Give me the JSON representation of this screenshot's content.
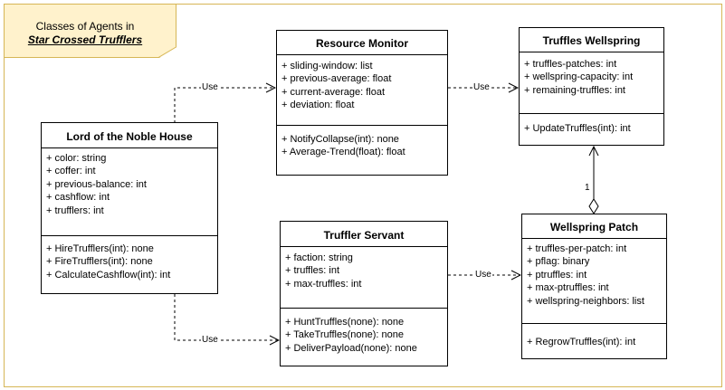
{
  "title": {
    "line1": "Classes of Agents in",
    "line2": "Star Crossed Trufflers"
  },
  "classes": {
    "lord": {
      "name": "Lord of the Noble House",
      "attributes": [
        "+ color: string",
        "+ coffer: int",
        "+ previous-balance: int",
        "+ cashflow: int",
        "+ trufflers: int"
      ],
      "methods": [
        "+ HireTrufflers(int): none",
        "+ FireTrufflers(int): none",
        "+ CalculateCashflow(int): int"
      ]
    },
    "monitor": {
      "name": "Resource Monitor",
      "attributes": [
        "+ sliding-window: list",
        "+ previous-average: float",
        "+ current-average: float",
        "+ deviation: float"
      ],
      "methods": [
        "+ NotifyCollapse(int): none",
        "+ Average-Trend(float): float"
      ]
    },
    "wellspring": {
      "name": "Truffles Wellspring",
      "attributes": [
        "+ truffles-patches: int",
        "+ wellspring-capacity: int",
        "+ remaining-truffles: int"
      ],
      "methods": [
        "+ UpdateTruffles(int): int"
      ]
    },
    "servant": {
      "name": "Truffler Servant",
      "attributes": [
        "+ faction: string",
        "+ truffles: int",
        "+ max-truffles: int"
      ],
      "methods": [
        "+ HuntTruffles(none): none",
        "+ TakeTruffles(none): none",
        "+ DeliverPayload(none): none"
      ]
    },
    "patch": {
      "name": "Wellspring Patch",
      "attributes": [
        "+ truffles-per-patch: int",
        "+ pflag: binary",
        "+ ptruffles: int",
        "+ max-ptruffles: int",
        "+ wellspring-neighbors: list"
      ],
      "methods": [
        "+ RegrowTruffles(int): int"
      ]
    }
  },
  "relations": {
    "use1": "Use",
    "use2": "Use",
    "use3": "Use",
    "use4": "Use",
    "multiplicity": "1"
  },
  "colors": {
    "frame": "#d6b656",
    "note_fill": "#fff2cc",
    "line": "#000000"
  }
}
